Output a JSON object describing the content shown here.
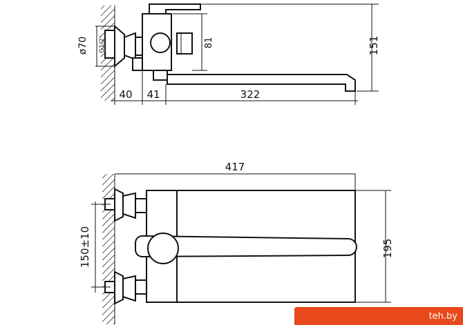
{
  "top_view": {
    "dim_diameter": "ø70",
    "dim_thread": "G1/2\"",
    "dim_81": "81",
    "dim_151": "151",
    "dim_40": "40",
    "dim_41": "41",
    "dim_322": "322"
  },
  "front_view": {
    "dim_417": "417",
    "dim_150": "150±10",
    "dim_195": "195"
  },
  "watermark": {
    "text": "teh.by"
  }
}
